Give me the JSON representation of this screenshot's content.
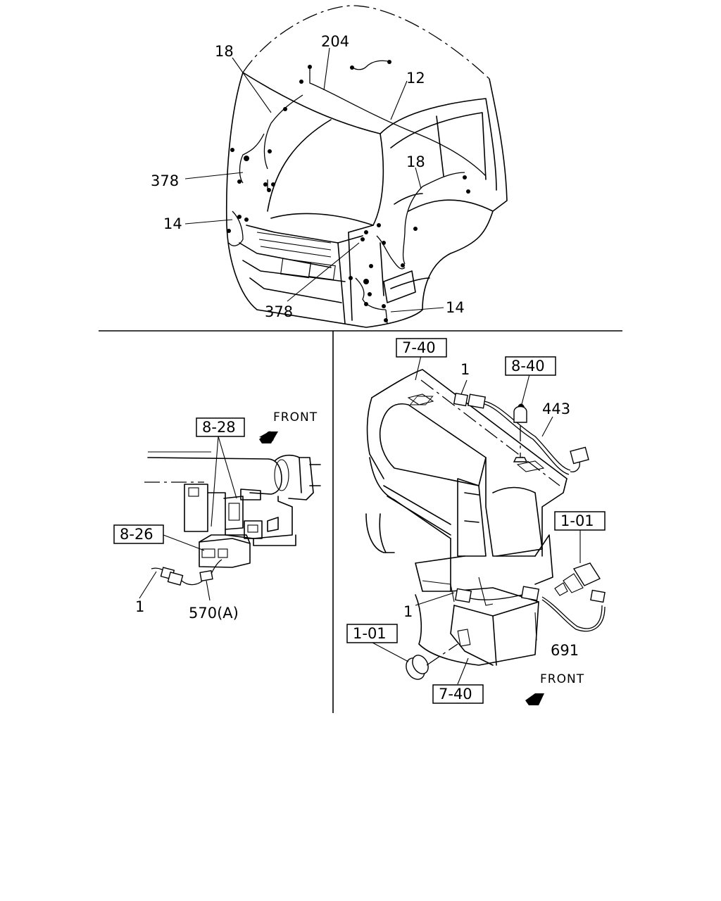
{
  "top_view": {
    "callouts": {
      "c18a": "18",
      "c204": "204",
      "c12": "12",
      "c18b": "18",
      "c378a": "378",
      "c14a": "14",
      "c378b": "378",
      "c14b": "14"
    }
  },
  "left_view": {
    "front_label": "FRONT",
    "ref_8_28": "8-28",
    "ref_8_26": "8-26",
    "c1": "1",
    "c570a": "570(A)"
  },
  "right_view": {
    "ref_7_40_top": "7-40",
    "c1_top": "1",
    "ref_8_40": "8-40",
    "c443": "443",
    "ref_1_01_right": "1-01",
    "c1_mid": "1",
    "ref_1_01_left": "1-01",
    "c691": "691",
    "ref_7_40_bottom": "7-40",
    "front_label": "FRONT"
  }
}
